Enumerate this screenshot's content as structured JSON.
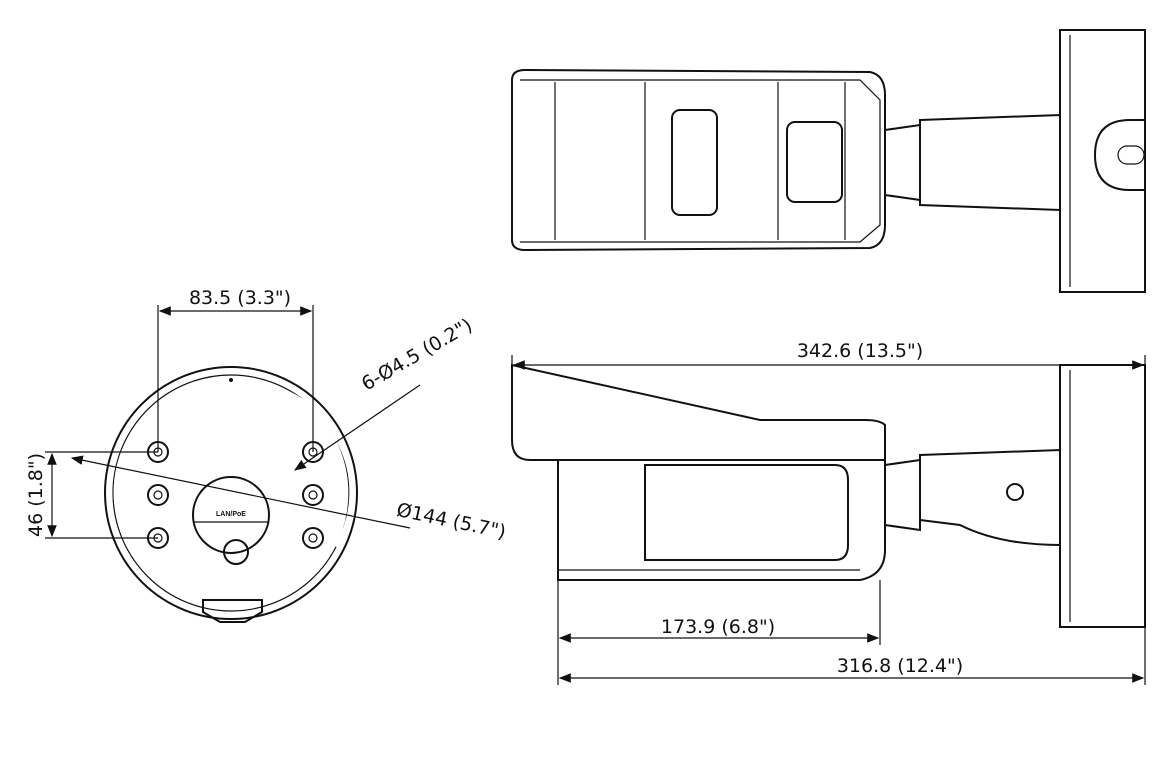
{
  "dimensions": {
    "mount_hole_spacing_width": "83.5 (3.3\")",
    "mount_hole_diameter": "6-Ø4.5 (0.2\")",
    "mount_hole_spacing_height": "46 (1.8\")",
    "base_diameter": "Ø144 (5.7\")",
    "total_length": "342.6 (13.5\")",
    "housing_length": "173.9 (6.8\")",
    "body_length": "316.8 (12.4\")"
  },
  "labels": {
    "base_port_label": "LAN/PoE"
  }
}
